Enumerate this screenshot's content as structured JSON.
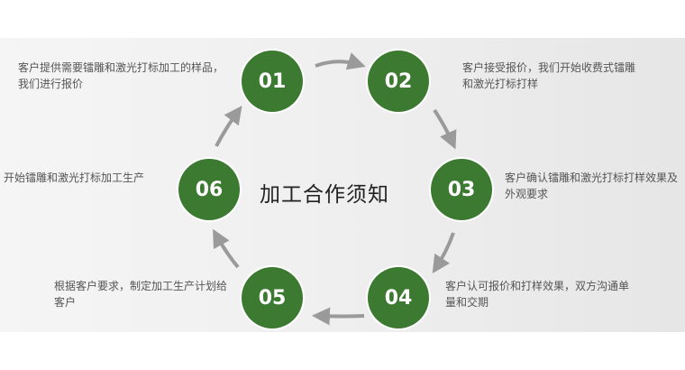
{
  "title": "加工合作须知",
  "steps": [
    {
      "number": "01",
      "text": "客户提供需要镭雕和激光打标加工的样品，我们进行报价"
    },
    {
      "number": "02",
      "text": "客户接受报价，我们开始收费式镭雕和激光打标打样"
    },
    {
      "number": "03",
      "text": "客户确认镭雕和激光打标打样效果及外观要求"
    },
    {
      "number": "04",
      "text": "客户认可报价和打样效果，双方沟通单量和交期"
    },
    {
      "number": "05",
      "text": "根据客户要求，制定加工生产计划给客户"
    },
    {
      "number": "06",
      "text": "开始镭雕和激光打标加工生产"
    }
  ],
  "colors": {
    "circle": "#3d7a31",
    "arrow": "#9a9a9a",
    "text": "#555555"
  }
}
